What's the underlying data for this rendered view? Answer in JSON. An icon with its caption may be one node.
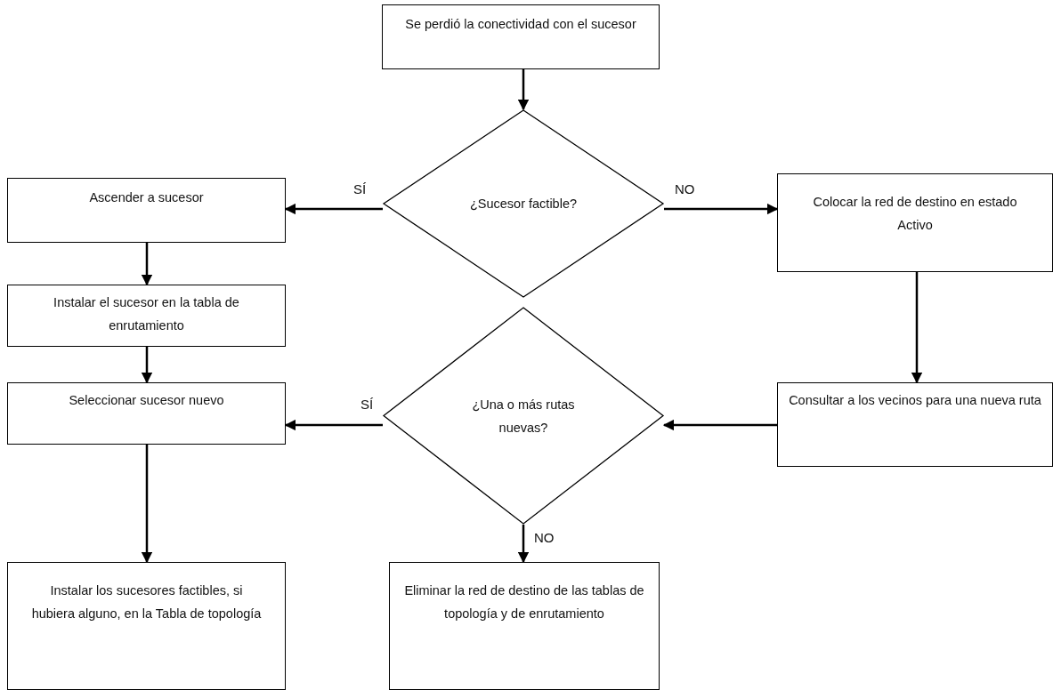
{
  "diagram": {
    "nodes": [
      {
        "text": [
          "Se perdió la conectividad con el sucesor"
        ]
      },
      {
        "text": [
          "¿Sucesor factible?"
        ]
      },
      {
        "text": [
          "Ascender a sucesor"
        ]
      },
      {
        "text": [
          "Colocar la red de destino en estado Activo"
        ]
      },
      {
        "text": [
          "Instalar el sucesor en la tabla de enrutamiento"
        ]
      },
      {
        "text": [
          "Seleccionar sucesor nuevo"
        ]
      },
      {
        "text": [
          "¿Una o más rutas nuevas?"
        ]
      },
      {
        "text": [
          "Consultar a los vecinos para una nueva ruta"
        ]
      },
      {
        "text": [
          "Instalar los sucesores factibles, si hubiera alguno, en la Tabla de topología"
        ]
      },
      {
        "text": [
          "Eliminar la red de destino de las tablas de topología y de enrutamiento"
        ]
      }
    ],
    "edges": [
      {
        "from": 0,
        "to": 1,
        "arrow": "to"
      },
      {
        "from": 1,
        "to": 2,
        "arrow": "to",
        "label": "SÍ"
      },
      {
        "from": 1,
        "to": 3,
        "arrow": "to",
        "label": "NO"
      },
      {
        "from": 2,
        "to": 4,
        "arrow": "to"
      },
      {
        "from": 4,
        "to": 5,
        "arrow": "to"
      },
      {
        "from": 3,
        "to": 7,
        "arrow": "to"
      },
      {
        "from": 7,
        "to": 6,
        "arrow": "to"
      },
      {
        "from": 6,
        "to": 5,
        "arrow": "to",
        "label": "SÍ"
      },
      {
        "from": 5,
        "to": 8,
        "arrow": "to"
      },
      {
        "from": 6,
        "to": 9,
        "arrow": "to",
        "label": "NO"
      }
    ]
  }
}
